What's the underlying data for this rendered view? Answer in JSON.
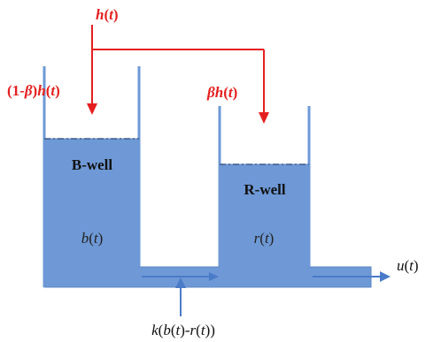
{
  "diagram": {
    "inflow": {
      "func": "h",
      "open": "(",
      "arg": "t",
      "close": ")"
    },
    "left_inflow": {
      "prefix": "(1-",
      "beta": "β",
      "mid": ")",
      "func": "h",
      "open": "(",
      "arg": "t",
      "close": ")"
    },
    "right_inflow": {
      "beta": "β",
      "func": "h",
      "open": "(",
      "arg": "t",
      "close": ")"
    },
    "b_well": {
      "name": "B-well",
      "func": "b",
      "open": "(",
      "arg": "t",
      "close": ")"
    },
    "r_well": {
      "name": "R-well",
      "func": "r",
      "open": "(",
      "arg": "t",
      "close": ")"
    },
    "exchange": {
      "coef": "k",
      "open1": "(",
      "f1": "b",
      "open2": "(",
      "t1": "t",
      "mid": ")-",
      "f2": "r",
      "open3": "(",
      "t2": "t",
      "close": "))"
    },
    "outflow": {
      "func": "u",
      "open": "(",
      "arg": "t",
      "close": ")"
    },
    "colors": {
      "water": "#6e99d6",
      "water_line": "#5b86c5",
      "flow_arrow": "#4a7bc8",
      "inflow_arrow": "#e51f1f",
      "dash_line": "#3d5a85"
    }
  }
}
